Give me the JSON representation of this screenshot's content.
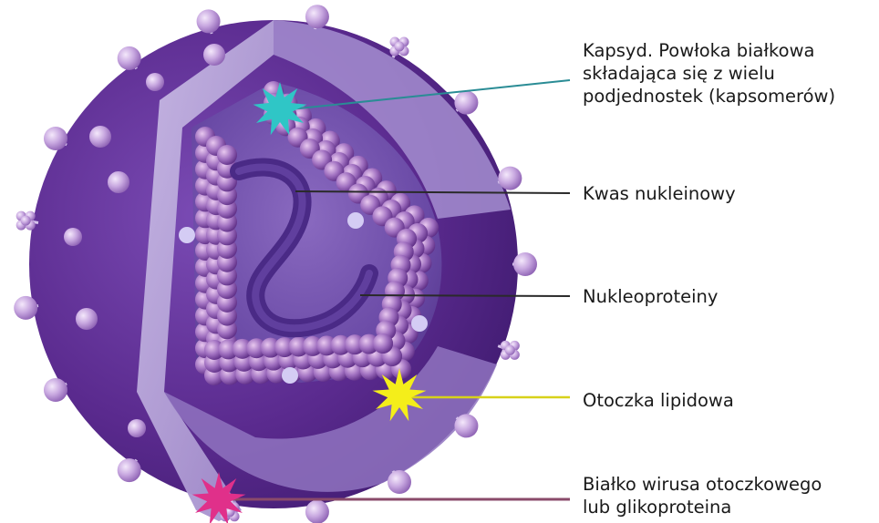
{
  "labels": {
    "capsid": "Kapsyd. Powłoka białkowa\nskładająca się z wielu\npodjednostek (kapsomerów)",
    "nucleic_acid": "Kwas nukleinowy",
    "nucleoproteins": "Nukleoproteiny",
    "lipid_envelope": "Otoczka lipidowa",
    "glycoprotein": "Białko wirusa otoczkowego\nlub glikoproteina"
  },
  "colors": {
    "outer_sphere": "#5a2a8e",
    "envelope_cut": "#b7a5d8",
    "inner_cavity": "#6d4aa8",
    "capsomer": "#a070c0",
    "nucleic_acid": "#4a2a86",
    "capsid_star": "#2fc6c6",
    "lipid_star": "#f4ee1a",
    "glyco_star": "#e0308a"
  },
  "icons": [
    "capsid-star-marker",
    "lipid-star-marker",
    "glycoprotein-star-marker"
  ]
}
